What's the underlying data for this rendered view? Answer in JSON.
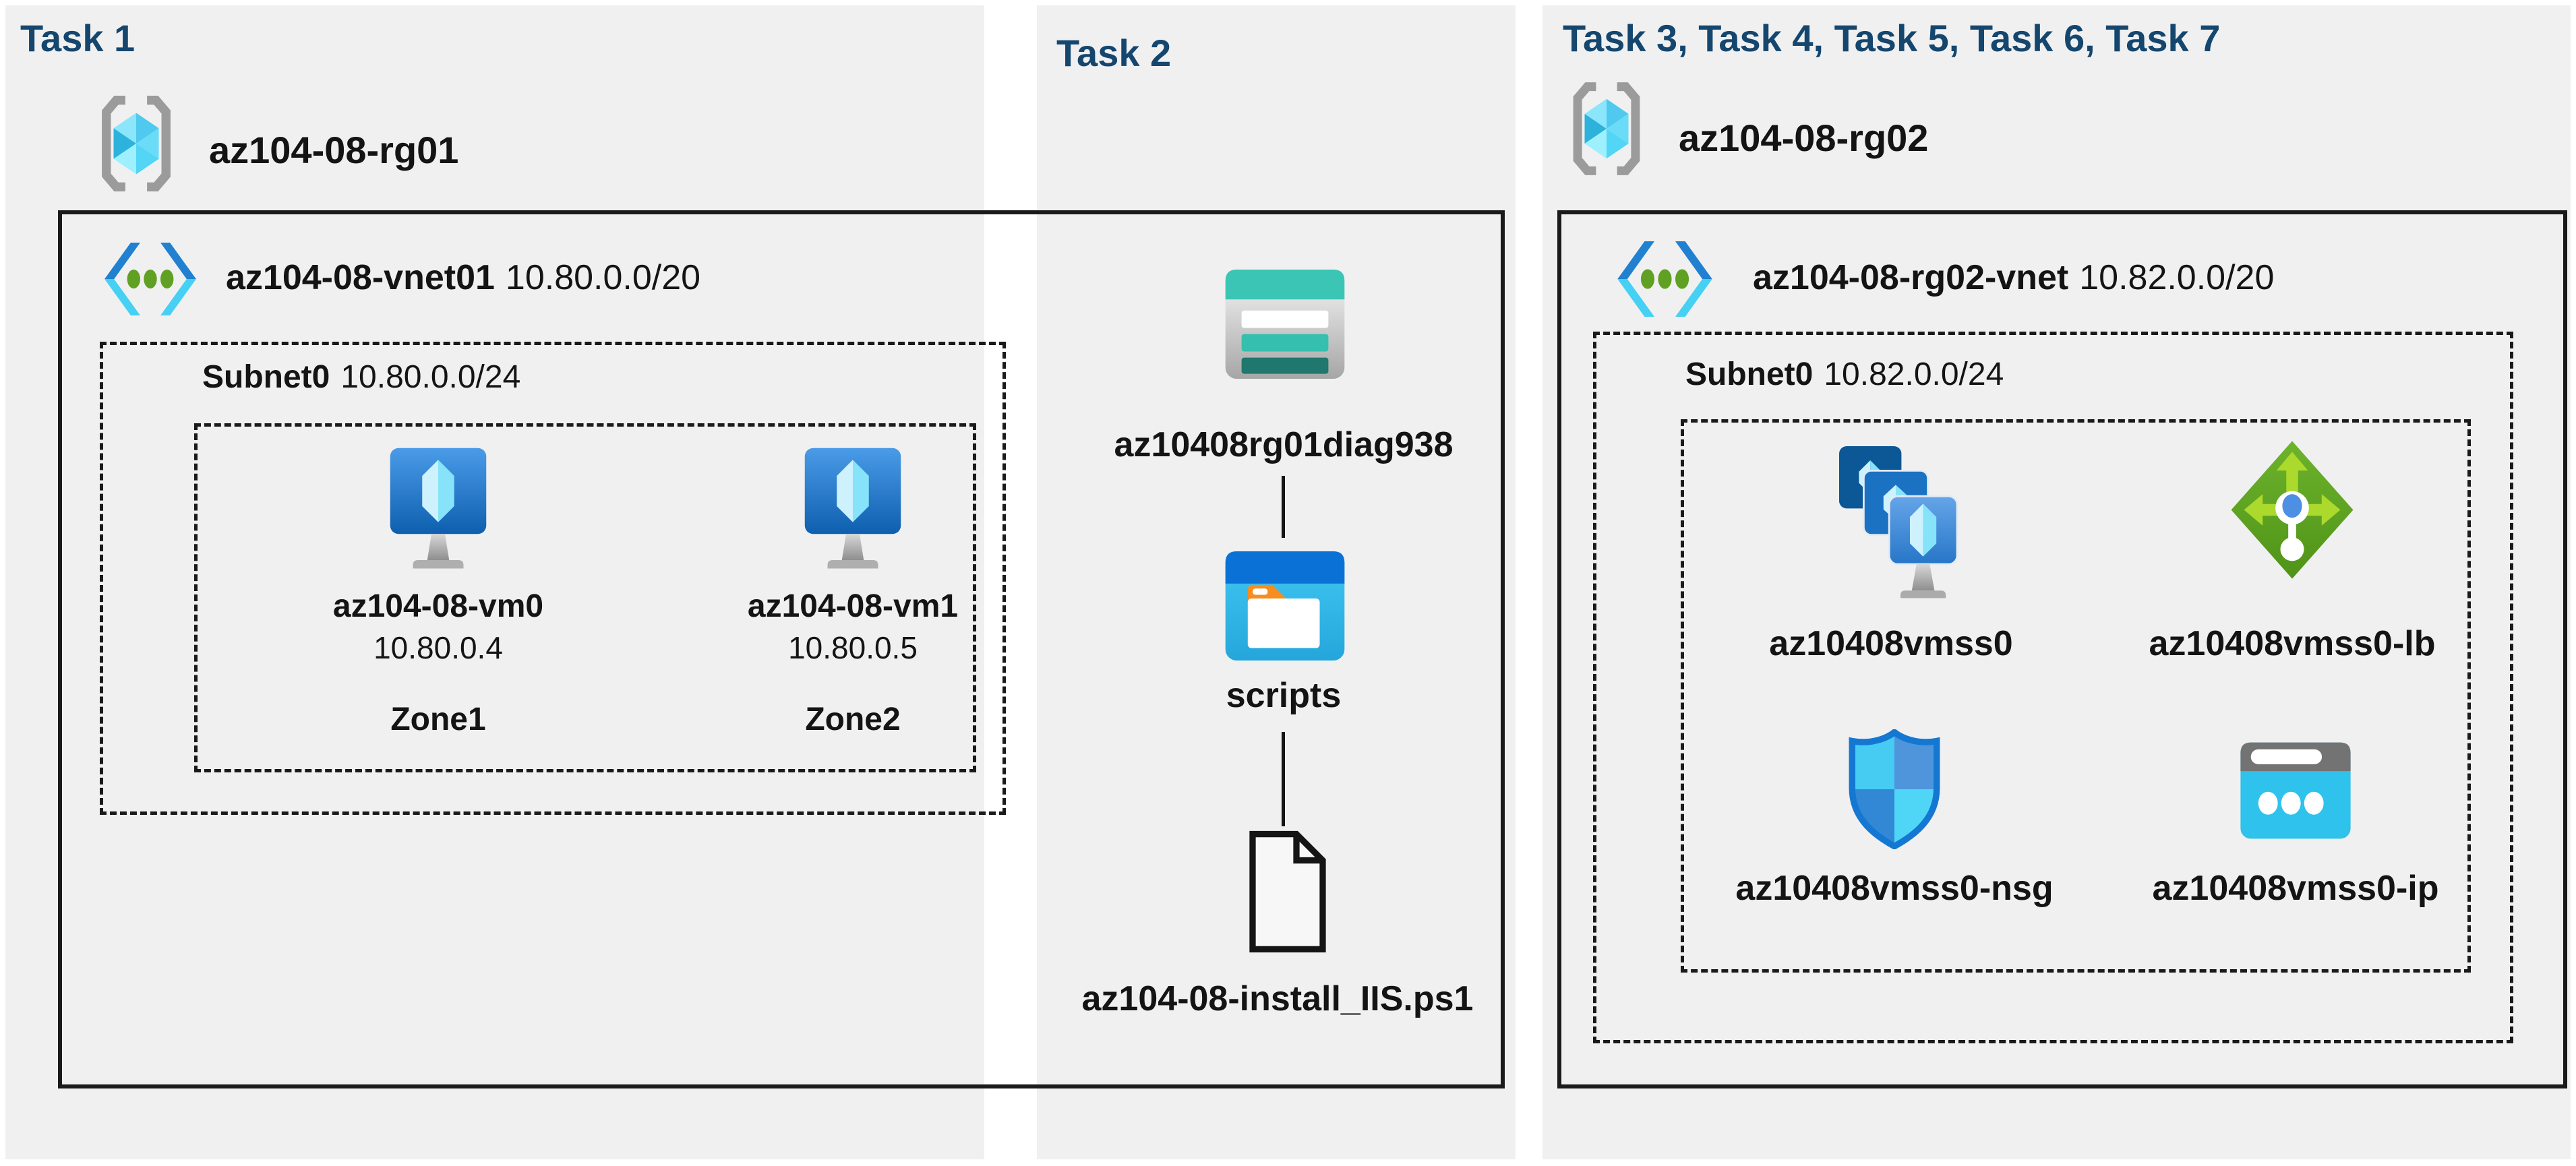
{
  "colors": {
    "header_blue": "#14466E",
    "panel_gray": "#F0F0F1",
    "outline_black": "#1A1A1A",
    "vnet_blue": "#2180D0",
    "vnet_cyan": "#45D0F4",
    "vnet_green": "#60A022",
    "storage_teal": "#3BC5B4",
    "container_blue": "#0A72D6",
    "lb_green": "#5CA41F",
    "nsg_blue": "#1478D2",
    "ip_cyan": "#2EC2EC"
  },
  "icon_legend": {
    "resource-group-icon": "gray brackets enclosing cyan cube",
    "virtual-network-icon": "blue angle chevrons with three green dots",
    "virtual-machine-icon": "blue monitor with cyan crystal on gray stand",
    "storage-account-icon": "teal banded storage tile",
    "blob-container-icon": "window with white folder and orange tab",
    "file-icon": "outlined document with folded corner",
    "vmss-icon": "three stacked virtual machine tiles on stand",
    "load-balancer-icon": "green diamond with arrows and white probe",
    "nsg-icon": "blue quartered shield",
    "public-ip-icon": "gray and cyan address card with three dots"
  },
  "task1": {
    "header": "Task 1",
    "resource_group": "az104-08-rg01",
    "vnet": {
      "name": "az104-08-vnet01",
      "cidr": "10.80.0.0/20"
    },
    "subnet": {
      "name": "Subnet0",
      "cidr": "10.80.0.0/24"
    },
    "vms": [
      {
        "name": "az104-08-vm0",
        "ip": "10.80.0.4",
        "zone": "Zone1"
      },
      {
        "name": "az104-08-vm1",
        "ip": "10.80.0.5",
        "zone": "Zone2"
      }
    ]
  },
  "task2": {
    "header": "Task 2",
    "storage_account": "az10408rg01diag938",
    "container": "scripts",
    "script_file": "az104-08-install_IIS.ps1"
  },
  "task3": {
    "header": "Task 3, Task 4, Task 5, Task 6, Task 7",
    "resource_group": "az104-08-rg02",
    "vnet": {
      "name": "az104-08-rg02-vnet",
      "cidr": "10.82.0.0/20"
    },
    "subnet": {
      "name": "Subnet0",
      "cidr": "10.82.0.0/24"
    },
    "resources": [
      {
        "name": "az10408vmss0"
      },
      {
        "name": "az10408vmss0-lb"
      },
      {
        "name": "az10408vmss0-nsg"
      },
      {
        "name": "az10408vmss0-ip"
      }
    ]
  }
}
